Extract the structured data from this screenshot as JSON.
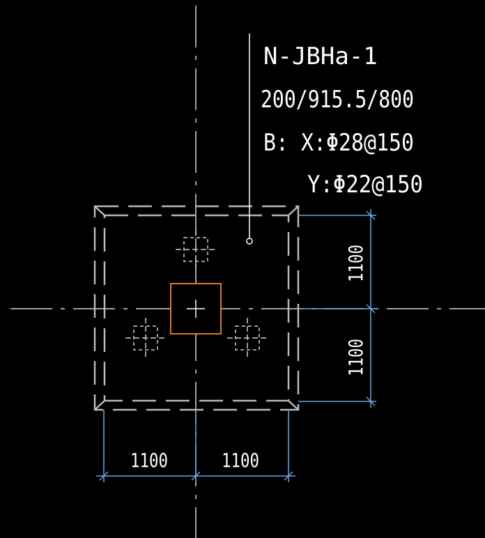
{
  "title_block": {
    "name": "N-JBHa-1",
    "dimensions": "200/915.5/800",
    "rebar_x": "B:  X:Φ28@150",
    "rebar_y": "Y:Φ22@150"
  },
  "dimensions": {
    "right_upper": "1100",
    "right_lower": "1100",
    "bottom_left": "1100",
    "bottom_right": "1100"
  },
  "colors": {
    "background": "#000000",
    "lines": "#ffffff",
    "footing_outline": "#b9b9b9",
    "column": "#e07a1f",
    "dimension": "#6aa7e8"
  }
}
